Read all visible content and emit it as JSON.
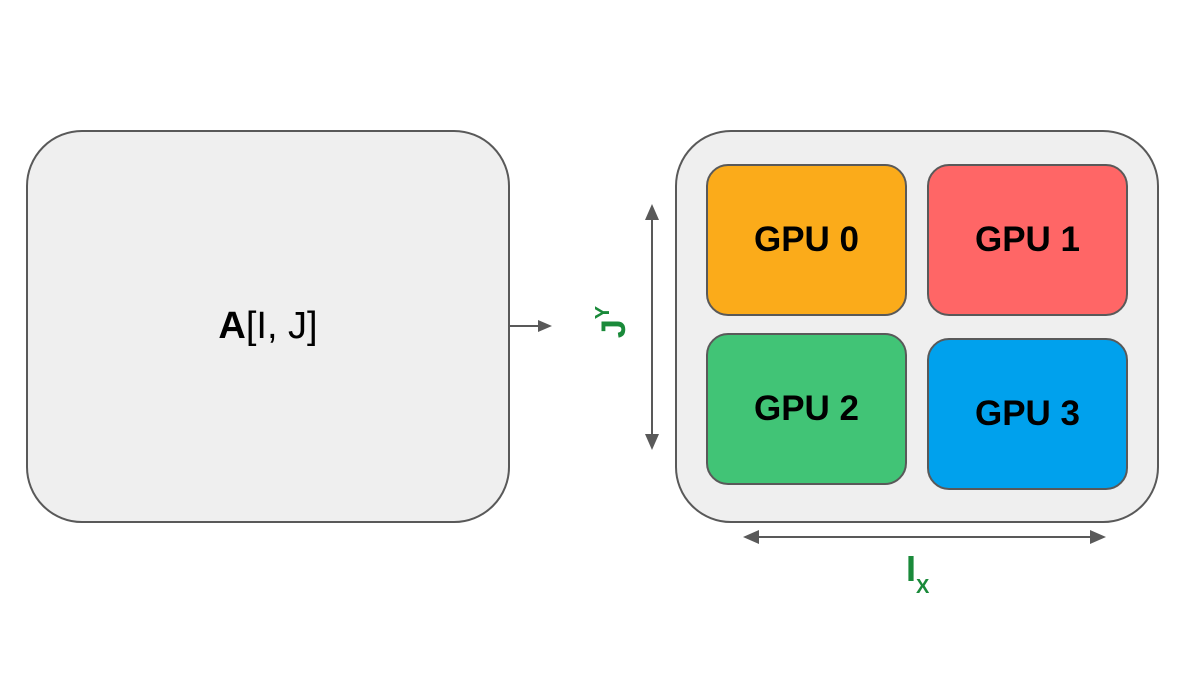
{
  "array": {
    "name": "A",
    "dims": "[I, J]"
  },
  "mesh": {
    "gpus": [
      {
        "label": "GPU 0",
        "color": "#fbab1a"
      },
      {
        "label": "GPU 1",
        "color": "#ff6666"
      },
      {
        "label": "GPU 2",
        "color": "#41c476"
      },
      {
        "label": "GPU 3",
        "color": "#00a1ed"
      }
    ]
  },
  "axes": {
    "vertical": {
      "main": "J",
      "sub": "Y"
    },
    "horizontal": {
      "main": "I",
      "sub": "X"
    },
    "label_color": "#1a8a3a",
    "arrow_color": "#595959"
  }
}
